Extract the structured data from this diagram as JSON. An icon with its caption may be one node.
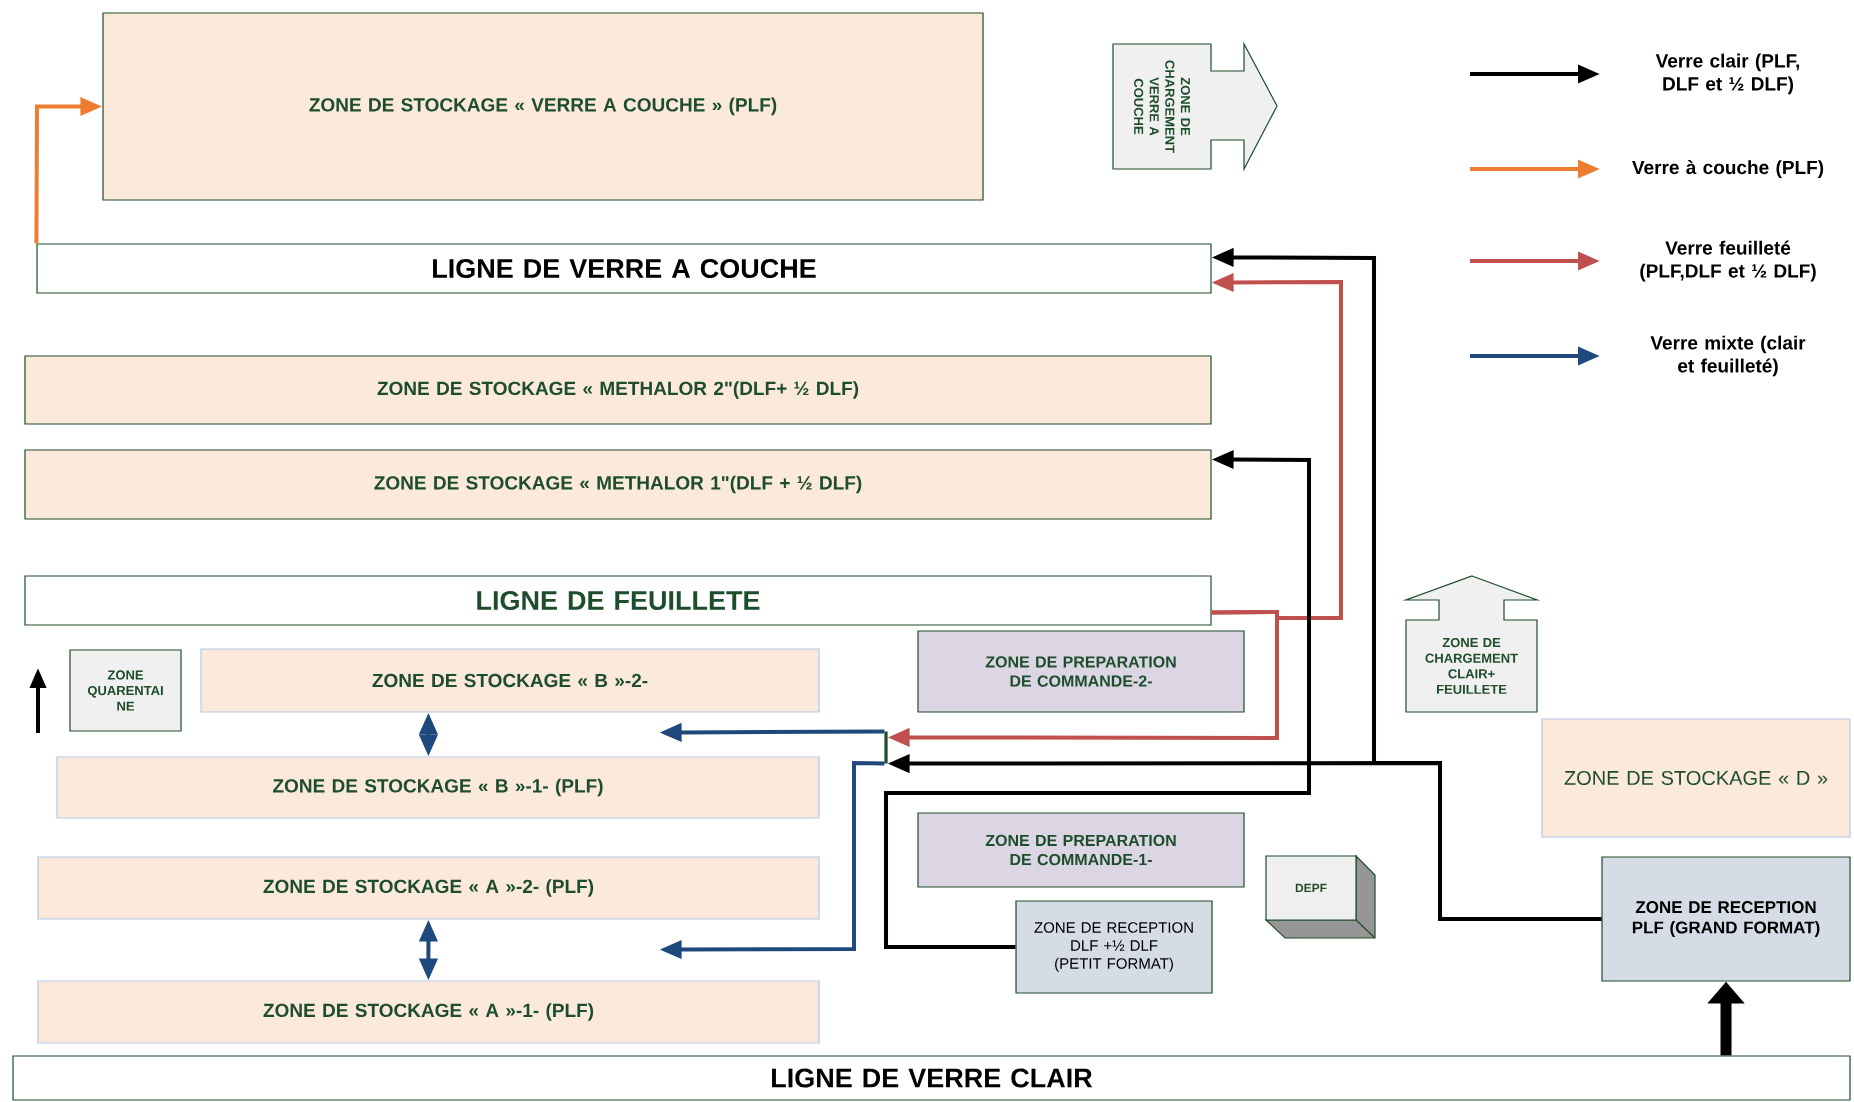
{
  "diagram": {
    "nodes": [
      {
        "text": [
          "ZONE DE STOCKAGE « VERRE A COUCHE » (PLF)"
        ]
      },
      {
        "text": [
          "ZONE DE CHARGEMENT VERRE A COUCHE"
        ]
      },
      {
        "text": [
          "LIGNE DE VERRE A COUCHE"
        ]
      },
      {
        "text": [
          "ZONE DE STOCKAGE « METHALOR 2\"(DLF+ ½ DLF)"
        ]
      },
      {
        "text": [
          "ZONE DE STOCKAGE « METHALOR 1\"(DLF + ½ DLF)"
        ]
      },
      {
        "text": [
          "LIGNE DE FEUILLETE"
        ]
      },
      {
        "text": [
          "ZONE DE CHARGEMENT CLAIR+ FEUILLETE"
        ]
      },
      {
        "text": [
          "ZONE QUARENTAI NE"
        ]
      },
      {
        "text": [
          "ZONE DE STOCKAGE « B »-2-"
        ]
      },
      {
        "text": [
          "ZONE DE PREPARATION DE COMMANDE-2-"
        ]
      },
      {
        "text": [
          "ZONE DE STOCKAGE « B »-1- (PLF)"
        ]
      },
      {
        "text": [],
        "shape": "bar"
      },
      {
        "text": [
          "ZONE DE STOCKAGE « D »"
        ]
      },
      {
        "text": [
          "ZONE DE PREPARATION DE COMMANDE-1-"
        ]
      },
      {
        "text": [
          "DEPF"
        ]
      },
      {
        "text": [
          "ZONE DE STOCKAGE « A »-2- (PLF)"
        ]
      },
      {
        "text": [
          "ZONE DE RECEPTION DLF +½ DLF (PETIT FORMAT)"
        ]
      },
      {
        "text": [
          "ZONE DE RECEPTION PLF (GRAND FORMAT)"
        ]
      },
      {
        "text": [
          "ZONE DE STOCKAGE « A »-1- (PLF)"
        ]
      },
      {
        "text": [
          "LIGNE DE VERRE CLAIR"
        ]
      }
    ],
    "edges": [
      {
        "from": 2,
        "to": 0,
        "arrow": "to",
        "color": "#ed7d31"
      },
      {
        "from": 8,
        "to": 10,
        "arrow": "both",
        "color": "#1f497d"
      },
      {
        "from": 15,
        "to": 18,
        "arrow": "both",
        "color": "#1f497d"
      },
      {
        "from": 5,
        "to": 11,
        "arrow": "to",
        "color": "#c0504d"
      },
      {
        "from": 5,
        "to": 2,
        "arrow": "to",
        "color": "#c0504d"
      },
      {
        "from": 17,
        "to": 11,
        "arrow": "to",
        "color": "#000000"
      },
      {
        "from": 17,
        "to": 2,
        "arrow": "to",
        "color": "#000000"
      },
      {
        "from": 16,
        "to": 4,
        "arrow": "to",
        "color": "#000000"
      },
      {
        "from": 19,
        "to": 17,
        "arrow": "to",
        "style": "thick",
        "color": "#000000"
      },
      {
        "from": 11,
        "to": 8,
        "arrow": "to",
        "color": "#1f497d"
      },
      {
        "from": 11,
        "to": 15,
        "arrow": "to",
        "color": "#1f497d"
      }
    ],
    "legend": [
      {
        "text": "Verre clair (PLF, DLF et ½ DLF)"
      },
      {
        "text": "Verre à couche (PLF)"
      },
      {
        "text": "Verre feuilleté (PLF,DLF et ½ DLF)"
      },
      {
        "text": "Verre mixte (clair et feuilleté)"
      }
    ]
  }
}
